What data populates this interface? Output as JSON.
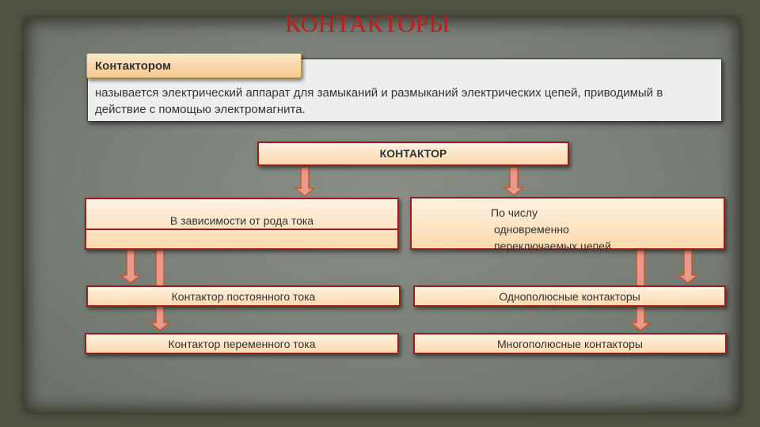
{
  "title": "КОНТАКТОРЫ",
  "definition": {
    "term": "Контактором",
    "text": "называется электрический аппарат для замыканий и размыканий электрических цепей, приводимый в действие с помощью электромагнита."
  },
  "diagram": {
    "root": "КОНТАКТОР",
    "category_current": "В зависимости от рода тока",
    "category_circuits": [
      "По числу",
      "одновременно",
      "переключаемых цепей"
    ],
    "leaf_dc": "Контактор постоянного тока",
    "leaf_ac": "Контактор переменного тока",
    "leaf_single_pole": "Однополюсные контакторы",
    "leaf_multi_pole": "Многополюсные контакторы"
  },
  "colors": {
    "title": "#c8171a",
    "node_border": "#9b1c1c",
    "node_fill": "#fbd9ab",
    "arrow_fill": "#e99a8a",
    "arrow_stroke": "#c05a2e"
  }
}
